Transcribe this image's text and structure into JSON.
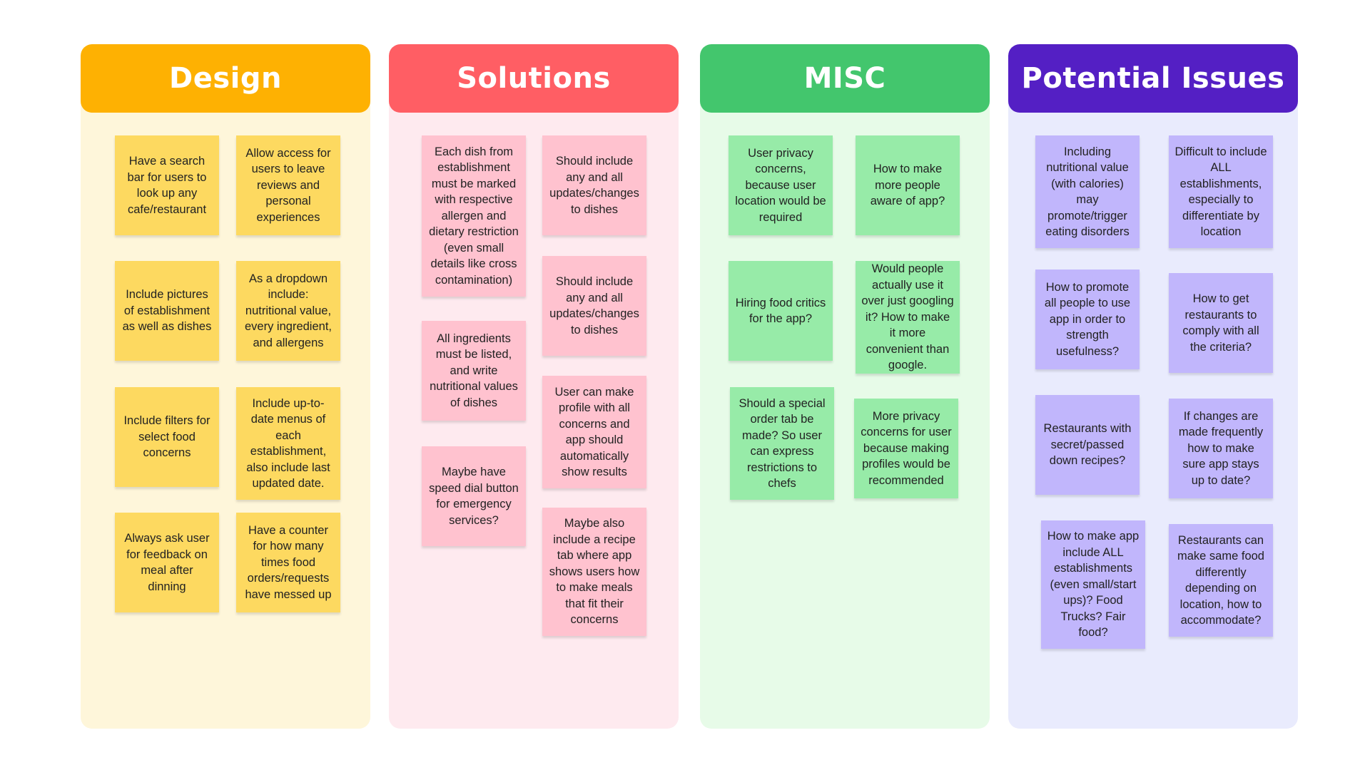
{
  "columns": {
    "design": {
      "title": "Design",
      "notes": [
        "Have a search bar for users to look up any cafe/restaurant",
        "Allow access for users to leave reviews and personal experiences",
        "Include pictures of establishment as well as dishes",
        "As a dropdown include: nutritional value, every ingredient, and allergens",
        "Include filters for select food concerns",
        "Include up-to-date menus of each establishment, also include last updated date.",
        "Always ask user for feedback on meal after dinning",
        "Have a counter for how many times food orders/requests have messed up"
      ]
    },
    "solutions": {
      "title": "Solutions",
      "notes": [
        "Each dish from establishment must be marked with respective allergen and dietary restriction (even small details like cross contamination)",
        "Should include any and all updates/changes to dishes",
        "Should include any and all updates/changes to dishes",
        "All ingredients must be listed, and write nutritional values of dishes",
        "User can make profile with all concerns and app should automatically show results",
        "Maybe have speed dial button for emergency services?",
        "Maybe also include a recipe tab where app shows users how to make meals that fit their concerns"
      ]
    },
    "misc": {
      "title": "MISC",
      "notes": [
        "User privacy concerns, because user location would be required",
        "How to make more people aware of app?",
        "Hiring food critics for the app?",
        "Would people actually use it over just googling it? How to make it more convenient than google.",
        "Should a special order tab be made? So user can express restrictions to chefs",
        "More privacy concerns for user because making profiles would be recommended"
      ]
    },
    "issues": {
      "title": "Potential Issues",
      "notes": [
        "Including nutritional value (with calories) may promote/trigger eating disorders",
        "Difficult to include ALL establishments, especially to differentiate by location",
        "How to promote all people to use app in order to strength usefulness?",
        "How to get restaurants to comply with all the criteria?",
        "Restaurants with secret/passed down recipes?",
        "If changes are made frequently how to make sure app stays up to date?",
        "How to make app include ALL establishments (even small/start ups)? Food Trucks? Fair food?",
        "Restaurants can make same food differently depending on location, how to accommodate?"
      ]
    }
  }
}
